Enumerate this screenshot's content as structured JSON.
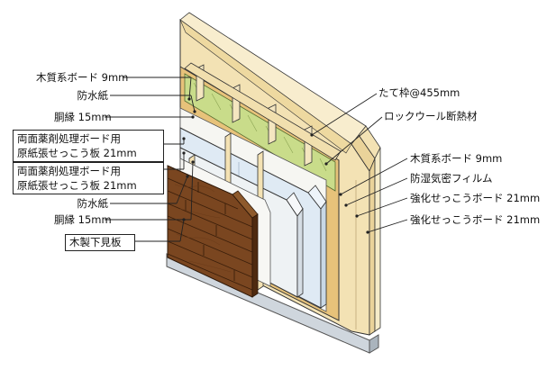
{
  "left_labels": {
    "l1": "木質系ボード 9mm",
    "l2": "防水紙",
    "l3": "胴縁 15mm",
    "l4a": "両面薬剤処理ボード用",
    "l4b": "原紙張せっこう板 21mm",
    "l5a": "両面薬剤処理ボード用",
    "l5b": "原紙張せっこう板 21mm",
    "l6": "防水紙",
    "l7": "胴縁 15mm",
    "l8": "木製下見板"
  },
  "right_labels": {
    "r1": "たて枠@455mm",
    "r2": "ロックウール断熱材",
    "r3": "木質系ボード 9mm",
    "r4": "防湿気密フィルム",
    "r5": "強化せっこうボード 21mm",
    "r6": "強化せっこうボード 21mm"
  },
  "colors": {
    "plaster": "#f3e2b4",
    "plywood": "#e7c27a",
    "insulation": "#c9dc8a",
    "stud": "#f4e6c0",
    "gypsum_blue": "#dfeaf4",
    "paper_white": "#f6f6f2",
    "siding": "#7a4620",
    "siding_dark": "#4f2a0f",
    "outline": "#333333",
    "leader": "#222222"
  }
}
